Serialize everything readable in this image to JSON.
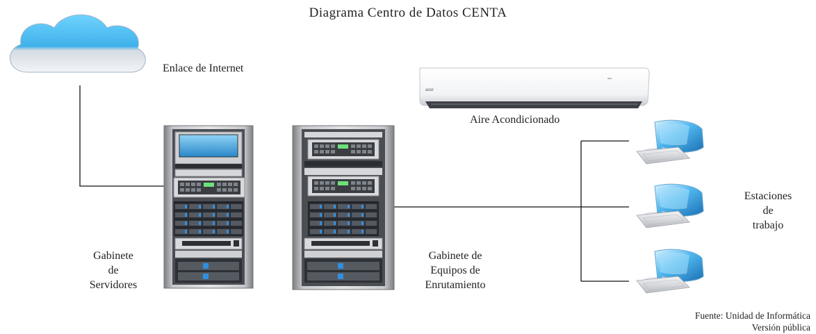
{
  "title": "Diagrama Centro de Datos CENTA",
  "labels": {
    "internet": "Enlace de Internet",
    "ac": "Aire Acondicionado",
    "servers_cabinet": [
      "Gabinete",
      "de",
      "Servidores"
    ],
    "routing_cabinet": [
      "Gabinete de",
      "Equipos de",
      "Enrutamiento"
    ],
    "workstations": [
      "Estaciones",
      "de",
      "trabajo"
    ],
    "source_line1": "Fuente: Unidad de Informática",
    "source_line2": "Versión pública",
    "ac_brand": "acer"
  },
  "nodes": [
    {
      "id": "internet-cloud",
      "label": "Enlace de Internet"
    },
    {
      "id": "air-conditioner",
      "label": "Aire Acondicionado"
    },
    {
      "id": "server-rack",
      "label": "Gabinete de Servidores"
    },
    {
      "id": "routing-rack",
      "label": "Gabinete de Equipos de Enrutamiento"
    },
    {
      "id": "workstation-1",
      "label": "Estaciones de trabajo"
    },
    {
      "id": "workstation-2",
      "label": "Estaciones de trabajo"
    },
    {
      "id": "workstation-3",
      "label": "Estaciones de trabajo"
    }
  ],
  "edges": [
    {
      "from": "internet-cloud",
      "to": "server-rack"
    },
    {
      "from": "routing-rack",
      "to": "workstation-1"
    },
    {
      "from": "routing-rack",
      "to": "workstation-2"
    },
    {
      "from": "routing-rack",
      "to": "workstation-3"
    }
  ],
  "colors": {
    "cloud_top": "#5cc8f5",
    "cloud_bottom": "#e6e9ee",
    "rack_frame": "#9a9a9a",
    "rack_dark": "#3a3d42",
    "monitor_blue": "#3f9fd8",
    "line": "#111111"
  }
}
